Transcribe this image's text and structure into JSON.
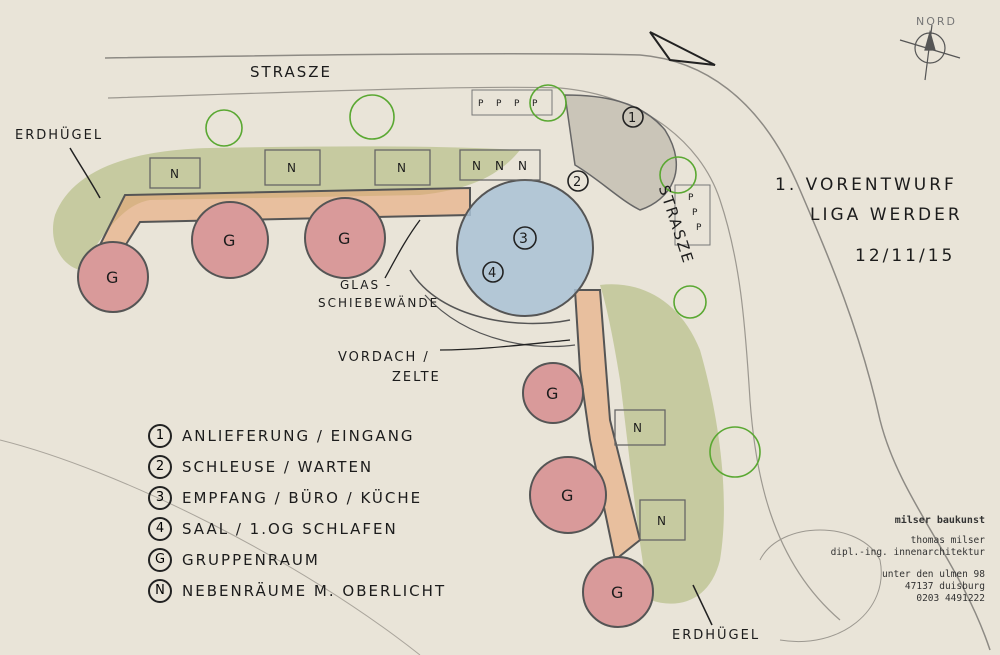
{
  "labels": {
    "street_top": "STRASZE",
    "street_right": "STRASZE",
    "north": "NORD",
    "earth_mound_left": "ERDHÜGEL",
    "earth_mound_bottom": "ERDHÜGEL",
    "glass_walls_1": "GLAS -",
    "glass_walls_2": "SCHIEBEWÄNDE",
    "canopy_1": "VORDACH /",
    "canopy_2": "ZELTE"
  },
  "title": {
    "line1": "1. VORENTWURF",
    "line2": "LIGA WERDER",
    "date": "12/11/15"
  },
  "legend": [
    {
      "symbol": "1",
      "text": "ANLIEFERUNG / EINGANG"
    },
    {
      "symbol": "2",
      "text": "SCHLEUSE / WARTEN"
    },
    {
      "symbol": "3",
      "text": "EMPFANG / BÜRO / KÜCHE"
    },
    {
      "symbol": "4",
      "text": "SAAL / 1.OG SCHLAFEN"
    },
    {
      "symbol": "G",
      "text": "GRUPPENRAUM"
    },
    {
      "symbol": "N",
      "text": "NEBENRÄUME M. OBERLICHT"
    }
  ],
  "plan_markers": {
    "group_room": "G",
    "side_room": "N",
    "parking": "P",
    "num1": "1",
    "num2": "2",
    "num3": "3",
    "num4": "4"
  },
  "stamp": {
    "brand": "milser baukunst",
    "name": "thomas milser",
    "title": "dipl.-ing. innenarchitektur",
    "street": "unter den ulmen 98",
    "city": "47137 duisburg",
    "phone": "0203 4491222"
  },
  "colors": {
    "paper": "#e9e4d8",
    "mound_green": "#b9c28e",
    "group_room_red": "#d99a9a",
    "hall_blue": "#a9c2d6",
    "corridor_orange": "#e08a4a",
    "tree_green": "#5aa832"
  }
}
